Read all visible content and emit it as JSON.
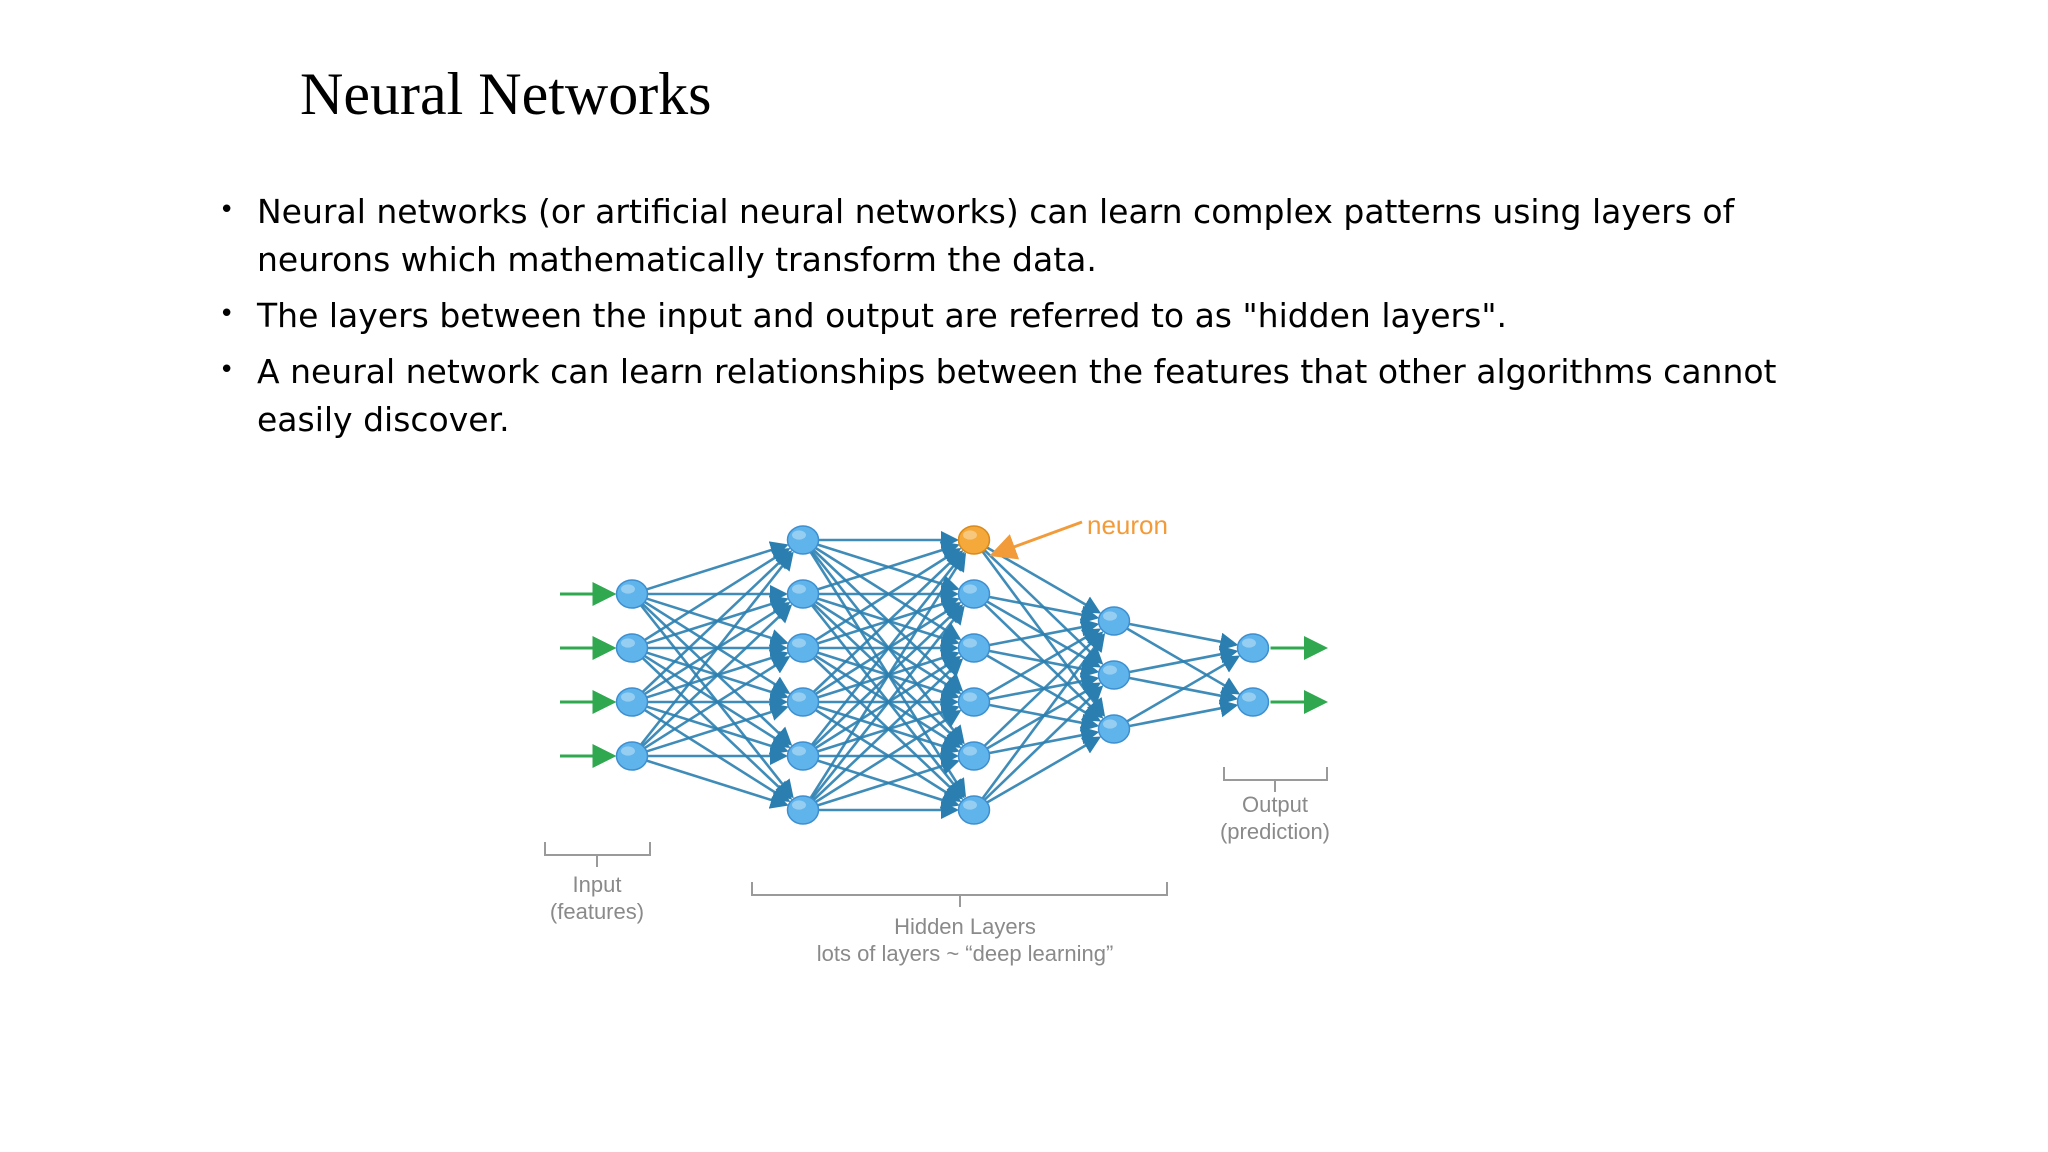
{
  "slide": {
    "title": "Neural Networks",
    "bullets": [
      "Neural networks (or artificial neural networks) can learn complex patterns using layers of neurons which mathematically transform the data.",
      "The layers between the input and output are referred to as \"hidden layers\".",
      "A neural network can learn relationships between the features that other algorithms cannot easily discover."
    ],
    "bullet_symbol": "•"
  },
  "diagram": {
    "neuron_label": "neuron",
    "input_label_1": "Input",
    "input_label_2": "(features)",
    "hidden_label_1": "Hidden Layers",
    "hidden_label_2": "lots of layers ~ “deep learning”",
    "output_label_1": "Output",
    "output_label_2": "(prediction)",
    "layer_sizes": [
      4,
      6,
      6,
      3,
      2
    ],
    "highlighted_neuron": {
      "layer": 2,
      "index": 0
    },
    "colors": {
      "neuron_fill": "#5fb4ec",
      "neuron_stroke": "#3d8fd0",
      "highlight_fill": "#f4a93a",
      "highlight_stroke": "#d98a1a",
      "edge": "#2b7fb0",
      "input_arrow": "#2fa84f",
      "output_arrow": "#2fa84f",
      "neuron_pointer": "#f29b3a",
      "label_text": "#8a8a8a",
      "bracket": "#9a9a9a"
    }
  }
}
